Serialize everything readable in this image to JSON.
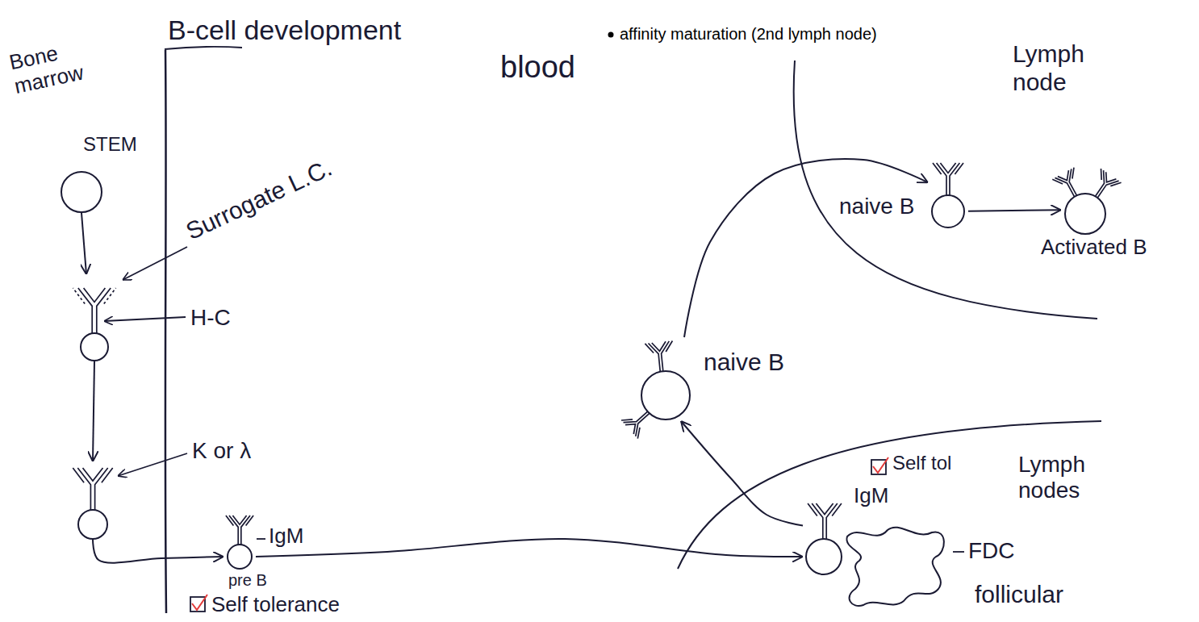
{
  "diagram": {
    "title": "B-cell development",
    "nodes": [
      {
        "text": [
          "STEM"
        ]
      },
      {
        "text": [
          "Surrogate L.C.",
          "H-C"
        ]
      },
      {
        "text": [
          "K or λ"
        ]
      },
      {
        "text": [
          "IgM",
          "pre B"
        ]
      },
      {
        "text": [
          "naive B"
        ]
      },
      {
        "text": [
          "Lymph node"
        ]
      },
      {
        "text": [
          "naive B"
        ],
        "in": 5
      },
      {
        "text": [
          "Activated B"
        ],
        "in": 5
      },
      {
        "text": [
          "Lymph nodes"
        ]
      },
      {
        "text": [
          "IgM"
        ],
        "in": 8
      },
      {
        "text": [
          "FDC",
          "follicular"
        ],
        "in": 8
      }
    ],
    "edges": [
      {
        "from": 0,
        "to": 1,
        "arrow": "to"
      },
      {
        "from": 1,
        "to": 2,
        "arrow": "to"
      },
      {
        "from": 2,
        "to": 3,
        "arrow": "to"
      },
      {
        "from": 3,
        "to": 9,
        "arrow": "to"
      },
      {
        "from": 9,
        "to": 4,
        "arrow": "to"
      },
      {
        "from": 4,
        "to": 6,
        "arrow": "to"
      },
      {
        "from": 6,
        "to": 7,
        "arrow": "to"
      }
    ],
    "labels": [
      "affinity maturation (2nd lymph node)",
      "Bone marrow",
      "blood",
      "Self tolerance",
      "Self tol"
    ]
  }
}
